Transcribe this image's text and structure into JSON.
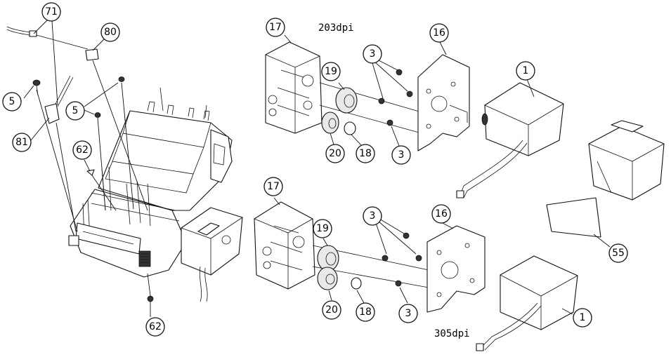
{
  "variant_labels": {
    "top": "203dpi",
    "bottom": "305dpi"
  },
  "callouts": {
    "c71": "71",
    "c80": "80",
    "c5a": "5",
    "c5b": "5",
    "c81": "81",
    "c62a": "62",
    "c62b": "62",
    "t17": "17",
    "t16": "16",
    "t19": "19",
    "t3a": "3",
    "t1": "1",
    "t20": "20",
    "t18": "18",
    "t3b": "3",
    "b17": "17",
    "b16": "16",
    "b19": "19",
    "b3a": "3",
    "b20": "20",
    "b18": "18",
    "b3b": "3",
    "b1": "1",
    "c55": "55"
  }
}
